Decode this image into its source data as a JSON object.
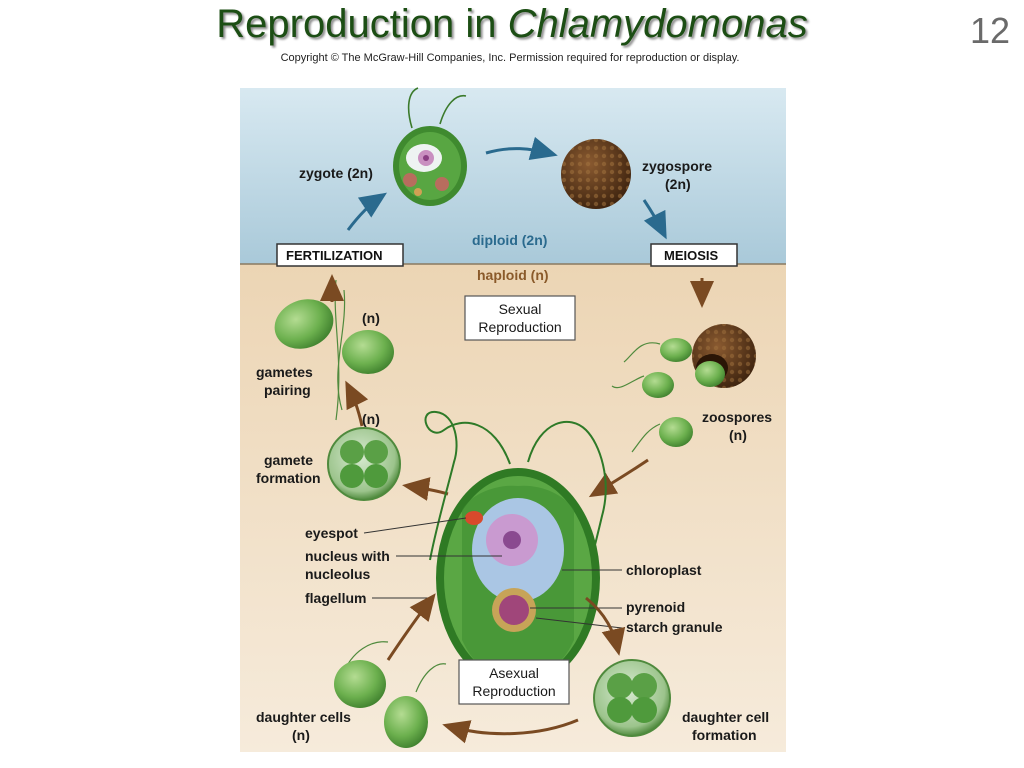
{
  "slide": {
    "title_main": "Reproduction in ",
    "title_italic": "Chlamydomonas",
    "page_number": "12",
    "copyright": "Copyright © The McGraw-Hill Companies, Inc. Permission required for reproduction or display."
  },
  "diagram": {
    "zygote": "zygote (2n)",
    "zygospore": [
      "zygospore",
      "(2n)"
    ],
    "diploid": "diploid (2n)",
    "haploid": "haploid (n)",
    "fertilization": "FERTILIZATION",
    "meiosis": "MEIOSIS",
    "sexual_reproduction": [
      "Sexual",
      "Reproduction"
    ],
    "asexual_reproduction": [
      "Asexual",
      "Reproduction"
    ],
    "gamete_n_1": "(n)",
    "gamete_n_2": "(n)",
    "gametes_pairing": [
      "gametes",
      "pairing"
    ],
    "gamete_formation": [
      "gamete",
      "formation"
    ],
    "zoospores": [
      "zoospores",
      "(n)"
    ],
    "eyespot": "eyespot",
    "nucleus": [
      "nucleus with",
      "nucleolus"
    ],
    "flagellum": "flagellum",
    "chloroplast": "chloroplast",
    "pyrenoid": "pyrenoid",
    "starch_granule": "starch granule",
    "daughter_cells": [
      "daughter cells",
      "(n)"
    ],
    "daughter_cell_formation": [
      "daughter cell",
      "formation"
    ]
  },
  "colors": {
    "diploid_zone": "#c9e0ea",
    "haploid_zone": "#f1e2cc",
    "title_green": "#1c4e14",
    "arrow_blue": "#2a6a8e",
    "arrow_brown": "#7a4a22",
    "cell_green": "#6cb04e"
  }
}
